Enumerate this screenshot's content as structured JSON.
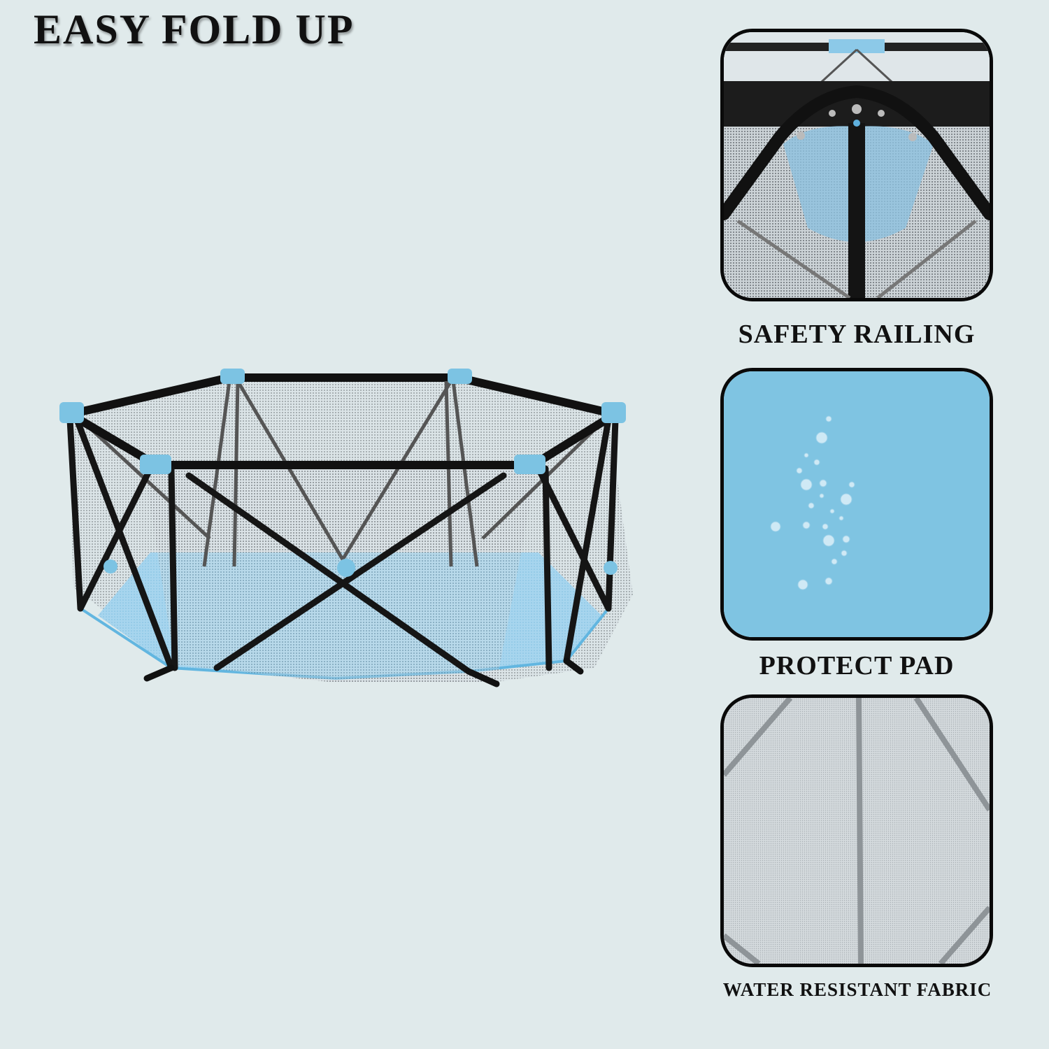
{
  "headline": "EASY FOLD UP",
  "product": {
    "name": "hexagonal-playpen",
    "colors": {
      "frame": "#111111",
      "accent": "#7cc3e3",
      "mesh": "#c9d0d4",
      "pad": "#9fd0ea",
      "background": "#e0eaeb"
    }
  },
  "features": [
    {
      "id": "safety-railing",
      "label": "SAFETY RAILING",
      "image": "railing-joint-closeup"
    },
    {
      "id": "protect-pad",
      "label": "PROTECT PAD",
      "image": "water-droplets-on-blue-pad"
    },
    {
      "id": "water-resistant-fabric",
      "label": "WATER RESISTANT FABRIC",
      "image": "grey-mesh-closeup"
    }
  ]
}
